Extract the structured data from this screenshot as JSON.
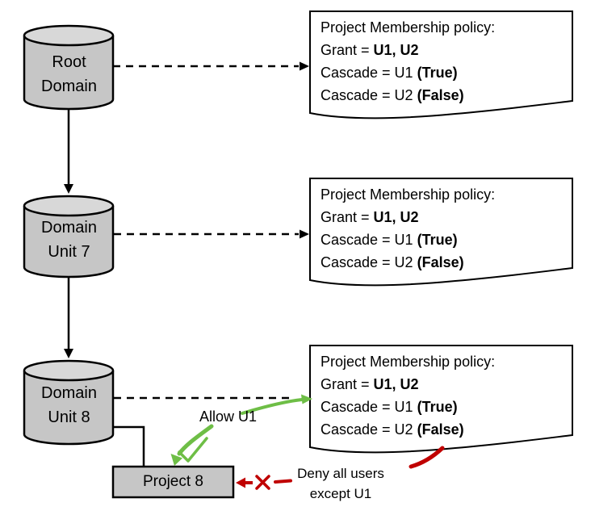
{
  "nodes": {
    "root_domain": {
      "line1": "Root",
      "line2": "Domain"
    },
    "domain_unit_7": {
      "line1": "Domain",
      "line2": "Unit 7"
    },
    "domain_unit_8": {
      "line1": "Domain",
      "line2": "Unit 8"
    },
    "project_8": {
      "label": "Project 8"
    }
  },
  "policies": [
    {
      "title": "Project Membership policy:",
      "lines": [
        {
          "pre": "Grant = ",
          "bold": "U1, U2"
        },
        {
          "pre": "Cascade = U1 ",
          "bold": "(True)"
        },
        {
          "pre": "Cascade = U2 ",
          "bold": "(False)"
        }
      ]
    },
    {
      "title": "Project Membership policy:",
      "lines": [
        {
          "pre": "Grant = ",
          "bold": "U1, U2"
        },
        {
          "pre": "Cascade = U1 ",
          "bold": "(True)"
        },
        {
          "pre": "Cascade = U2 ",
          "bold": "(False)"
        }
      ]
    },
    {
      "title": "Project Membership policy:",
      "lines": [
        {
          "pre": "Grant = ",
          "bold": "U1, U2"
        },
        {
          "pre": "Cascade = U1 ",
          "bold": "(True)"
        },
        {
          "pre": "Cascade = U2 ",
          "bold": "(False)"
        }
      ]
    }
  ],
  "annotations": {
    "allow_label": "Allow U1",
    "deny_line1": "Deny all users",
    "deny_line2": "except U1"
  },
  "colors": {
    "node_fill": "#c6c6c6",
    "node_top_fill": "#d8d8d8",
    "outline": "#000000",
    "policy_box_fill": "#ffffff",
    "allow_green": "#6ebe46",
    "deny_red": "#c00000"
  }
}
